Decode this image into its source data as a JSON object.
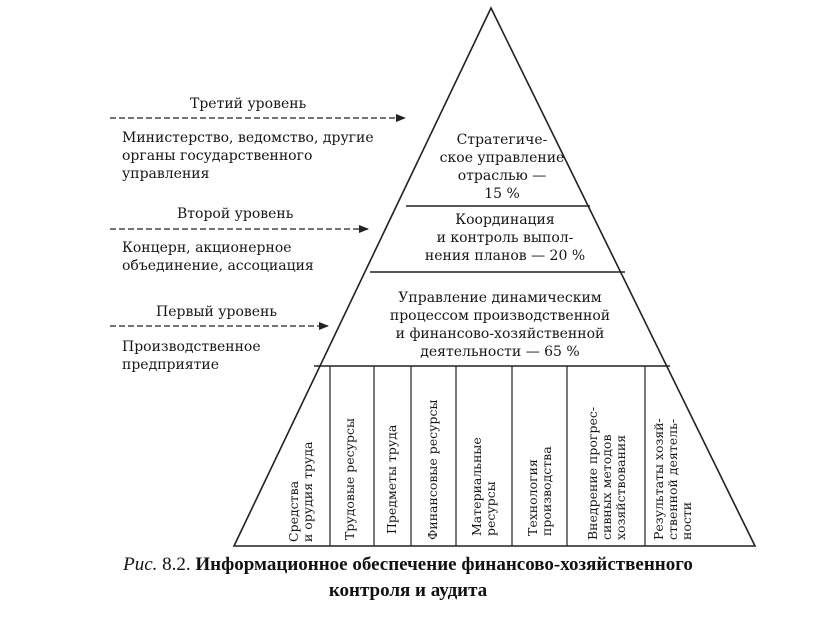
{
  "levels": [
    {
      "name": "Третий уровень",
      "description": "Министерство, ведомство, другие\nорганы государственного\nуправления"
    },
    {
      "name": "Второй уровень",
      "description": "Концерн, акционерное\nобъединение, ассоциация"
    },
    {
      "name": "Первый уровень",
      "description": "Производственное\nпредприятие"
    }
  ],
  "tiers": [
    {
      "text": "Стратегиче-\nское управление\nотраслью —\n15 %"
    },
    {
      "text": "Координация\nи контроль выпол-\nнения планов — 20 %"
    },
    {
      "text": "Управление динамическим\nпроцессом производственной\nи финансово-хозяйственной\nдеятельности — 65 %"
    }
  ],
  "resources": [
    "Средства\nи орудия труда",
    "Трудовые ресурсы",
    "Предметы труда",
    "Финансовые ресурсы",
    "Материальные\nресурсы",
    "Технология\nпроизводства",
    "Внедрение прогрес-\nсивных методов\nхозяйствования",
    "Результаты хозяй-\nственной деятель-\nности"
  ],
  "caption": {
    "prefix": "Рис.",
    "number": "8.2.",
    "title_line1": "Информационное обеспечение финансово-хозяйственного",
    "title_line2": "контроля и аудита"
  }
}
